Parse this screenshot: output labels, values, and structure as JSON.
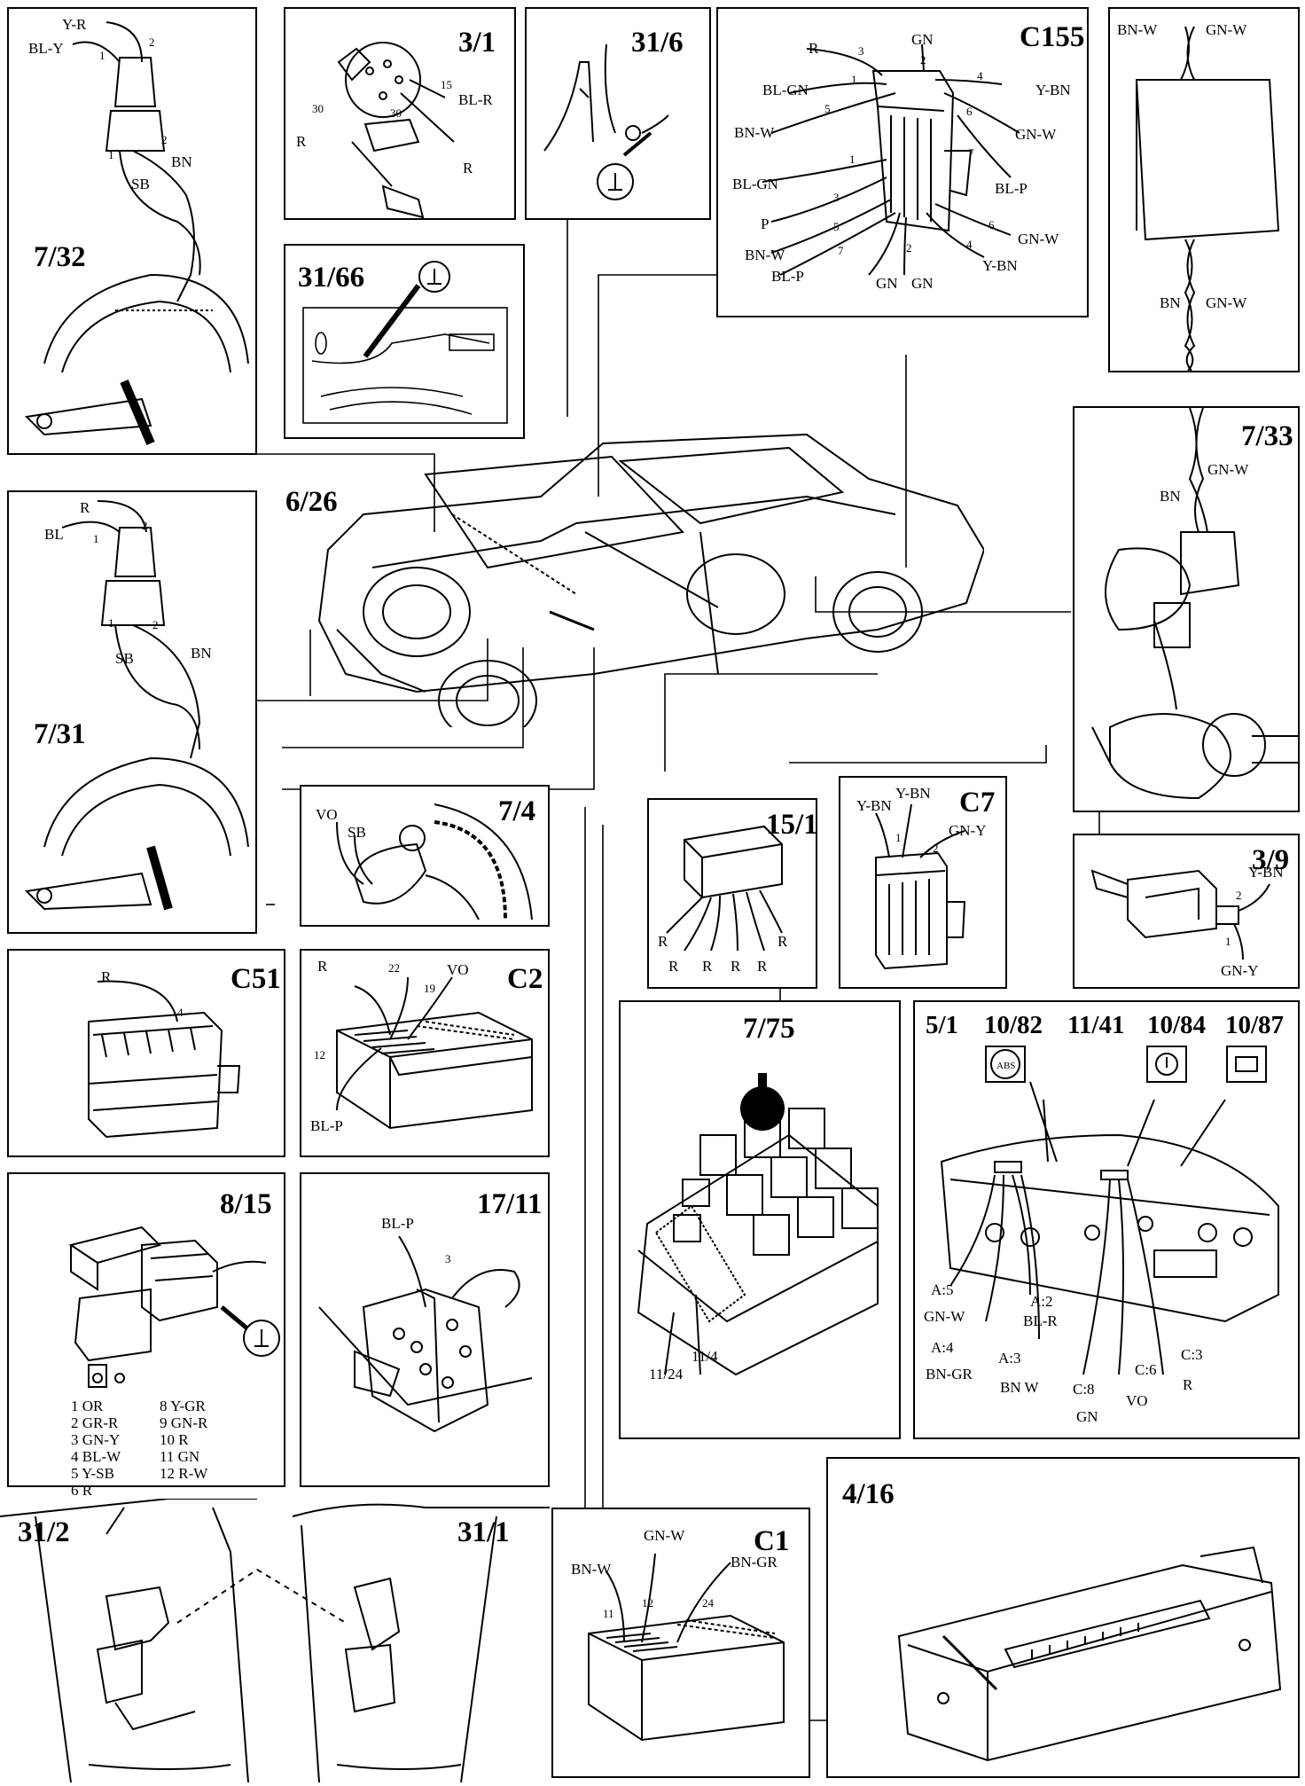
{
  "colors": {
    "ink": "#000000",
    "paper": "#ffffff"
  },
  "icons": {
    "ground": "ground-symbol-icon",
    "abs": "abs-warning-lamp-icon",
    "brake": "brake-warning-lamp-icon",
    "battery": "charge-warning-lamp-icon"
  },
  "panels": {
    "p7_32": {
      "title": "7/32",
      "wires": [
        "Y-R",
        "BL-Y",
        "BN",
        "SB"
      ],
      "pins": [
        "2",
        "1",
        "1",
        "2"
      ]
    },
    "p3_1": {
      "title": "3/1",
      "wires": [
        "BL-R",
        "R",
        "R"
      ],
      "pins": [
        "15",
        "30",
        "30"
      ]
    },
    "p31_6": {
      "title": "31/6"
    },
    "p31_66": {
      "title": "31/66"
    },
    "c155": {
      "title": "C155",
      "top_left_wires": [
        "R",
        "BL-GN",
        "BN-W"
      ],
      "top_left_pins": [
        "3",
        "1",
        "5"
      ],
      "top_right_wires": [
        "GN",
        "Y-BN",
        "GN-W",
        "BL-P"
      ],
      "top_right_pins": [
        "2",
        "4",
        "6",
        "7"
      ],
      "bottom_left_wires": [
        "BL-GN",
        "P",
        "BN-W",
        "BL-P"
      ],
      "bottom_left_pins": [
        "1",
        "3",
        "5",
        "7"
      ],
      "bottom_right_wires": [
        "GN",
        "GN",
        "Y-BN",
        "GN-W"
      ],
      "bottom_right_pins": [
        "2",
        "4",
        "6"
      ]
    },
    "p7_33": {
      "title": "7/33",
      "top_wires": [
        "BN-W",
        "GN-W"
      ],
      "mid_wires": [
        "BN",
        "GN-W"
      ],
      "low_wires": [
        "GN-W",
        "BN"
      ]
    },
    "p7_31": {
      "title": "7/31",
      "wires": [
        "R",
        "BL",
        "SB",
        "BN"
      ],
      "pins": [
        "2",
        "1",
        "1",
        "2"
      ]
    },
    "car": {
      "title": "6/26"
    },
    "p7_4": {
      "title": "7/4",
      "wires": [
        "VO",
        "SB"
      ]
    },
    "p15_1": {
      "title": "15/1",
      "wires": [
        "R",
        "R",
        "R",
        "R",
        "R",
        "R"
      ]
    },
    "c7": {
      "title": "C7",
      "wires": [
        "Y-BN",
        "Y-BN",
        "GN-Y"
      ],
      "pins": [
        "1",
        "2"
      ]
    },
    "p3_9": {
      "title": "3/9",
      "wires": [
        "Y-BN",
        "GN-Y"
      ],
      "pins": [
        "2",
        "1"
      ]
    },
    "c51": {
      "title": "C51",
      "wires": [
        "R"
      ],
      "pins": [
        "4"
      ]
    },
    "c2": {
      "title": "C2",
      "wires": [
        "R",
        "VO",
        "BL-P"
      ],
      "pins": [
        "22",
        "19",
        "12"
      ]
    },
    "p7_75": {
      "title": "7/75",
      "pins": [
        "11/24",
        "11/4"
      ]
    },
    "cluster": {
      "titles": [
        "5/1",
        "10/82",
        "11/41",
        "10/84",
        "10/87"
      ],
      "pins": [
        "A:5",
        "A:2",
        "A:4",
        "A:3",
        "C:8",
        "C:6",
        "C:3"
      ],
      "wires": [
        "GN-W",
        "BL-R",
        "BN-GR",
        "BN W",
        "GN",
        "VO",
        "R"
      ]
    },
    "p8_15": {
      "title": "8/15",
      "legend_left": [
        "1 OR",
        "2 GR-R",
        "3 GN-Y",
        "4 BL-W",
        "5 Y-SB",
        "6 R"
      ],
      "legend_right": [
        "8 Y-GR",
        "9 GN-R",
        "10 R",
        "11 GN",
        "12 R-W"
      ]
    },
    "p17_11": {
      "title": "17/11",
      "wires": [
        "BL-P"
      ],
      "pins": [
        "3"
      ]
    },
    "p31_2": {
      "title": "31/2"
    },
    "p31_1": {
      "title": "31/1"
    },
    "c1": {
      "title": "C1",
      "wires": [
        "GN-W",
        "BN-W",
        "BN-GR"
      ],
      "pins": [
        "11",
        "12",
        "24"
      ]
    },
    "p4_16": {
      "title": "4/16"
    }
  }
}
